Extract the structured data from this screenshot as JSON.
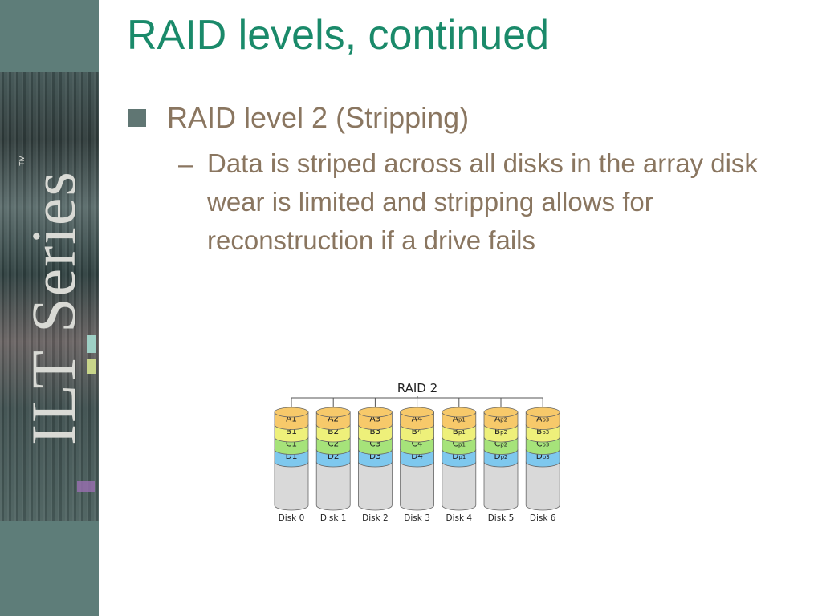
{
  "slide": {
    "title": "RAID levels, continued",
    "bullet": "RAID level 2 (Stripping)",
    "sub_dash": "–",
    "sub_text": "Data is striped across all disks in the array  disk wear is limited and stripping allows for reconstruction if a drive fails"
  },
  "branding": {
    "text": "ILT Series",
    "tm": "™"
  },
  "diagram": {
    "title": "RAID 2",
    "colors": {
      "a": "#f7c96a",
      "b": "#eef07a",
      "c": "#a6e37a",
      "d": "#7ec8ee",
      "body": "#d9d9d9"
    },
    "disks": [
      {
        "label": "Disk 0",
        "cells": [
          {
            "t": "A1",
            "s": ""
          },
          {
            "t": "B1",
            "s": ""
          },
          {
            "t": "C1",
            "s": ""
          },
          {
            "t": "D1",
            "s": ""
          }
        ]
      },
      {
        "label": "Disk 1",
        "cells": [
          {
            "t": "A2",
            "s": ""
          },
          {
            "t": "B2",
            "s": ""
          },
          {
            "t": "C2",
            "s": ""
          },
          {
            "t": "D2",
            "s": ""
          }
        ]
      },
      {
        "label": "Disk 2",
        "cells": [
          {
            "t": "A3",
            "s": ""
          },
          {
            "t": "B3",
            "s": ""
          },
          {
            "t": "C3",
            "s": ""
          },
          {
            "t": "D3",
            "s": ""
          }
        ]
      },
      {
        "label": "Disk 3",
        "cells": [
          {
            "t": "A4",
            "s": ""
          },
          {
            "t": "B4",
            "s": ""
          },
          {
            "t": "C4",
            "s": ""
          },
          {
            "t": "D4",
            "s": ""
          }
        ]
      },
      {
        "label": "Disk 4",
        "cells": [
          {
            "t": "A",
            "s": "p1"
          },
          {
            "t": "B",
            "s": "p1"
          },
          {
            "t": "C",
            "s": "p1"
          },
          {
            "t": "D",
            "s": "p1"
          }
        ]
      },
      {
        "label": "Disk 5",
        "cells": [
          {
            "t": "A",
            "s": "p2"
          },
          {
            "t": "B",
            "s": "p2"
          },
          {
            "t": "C",
            "s": "p2"
          },
          {
            "t": "D",
            "s": "p2"
          }
        ]
      },
      {
        "label": "Disk 6",
        "cells": [
          {
            "t": "A",
            "s": "p3"
          },
          {
            "t": "B",
            "s": "p3"
          },
          {
            "t": "C",
            "s": "p3"
          },
          {
            "t": "D",
            "s": "p3"
          }
        ]
      }
    ]
  }
}
